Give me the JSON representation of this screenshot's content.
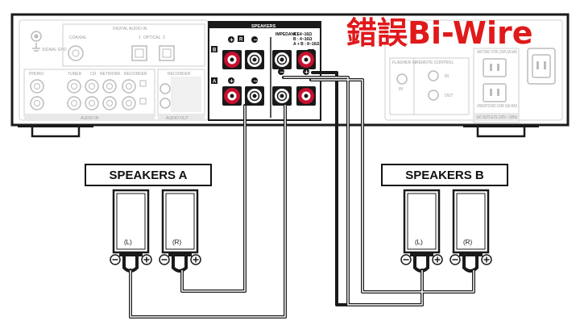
{
  "title": "錯誤Bi-Wire",
  "speaker_groups": [
    {
      "label": "SPEAKERS A",
      "left_channel": "(L)",
      "right_channel": "(R)"
    },
    {
      "label": "SPEAKERS B",
      "left_channel": "(L)",
      "right_channel": "(R)"
    }
  ],
  "receiver": {
    "signal_gnd": "SIGNAL GND",
    "digital_audio_in": "DIGITAL AUDIO IN",
    "coaxial": "COAXIAL",
    "optical": "OPTICAL",
    "optical_1": "1",
    "optical_2": "2",
    "inputs": [
      "PHONO",
      "TUNER",
      "CD",
      "NETWORK",
      "RECORDER"
    ],
    "audio_in": "AUDIO IN",
    "audio_out": "AUDIO OUT",
    "recorder_out": "RECORDER",
    "speakers_panel": "SPEAKERS",
    "impedance_title": "IMPEDANCE",
    "impedance_rows": [
      "A : 4~16Ω",
      "B : 4~16Ω",
      "A + B : 8~16Ω"
    ],
    "row_a": "A",
    "row_b": "B",
    "col_r": "R",
    "col_l": "L",
    "flasher_in": "FLASHER IN",
    "remote_control": "REMOTE CONTROL",
    "remote_in": "IN",
    "remote_out": "OUT",
    "switched": "SWITCHED TOTAL 120W (1A) MAX",
    "unswitched": "UNSWITCHED 120W (1A) MAX",
    "ac_outlets": "AC OUTLETS 120V ~ 60Hz"
  },
  "colors": {
    "title": "#e0191b",
    "terminal_red": "#c8102e",
    "panel_dark": "#1a1a1a",
    "line_gray": "#c8c8c8"
  }
}
